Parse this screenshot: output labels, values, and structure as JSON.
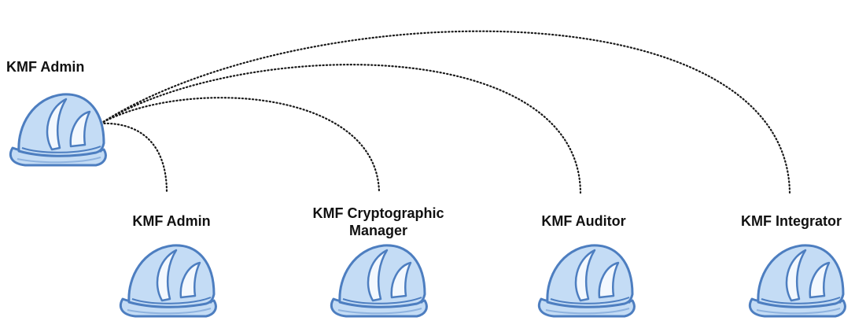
{
  "root": {
    "label": "KMF Admin",
    "icon": "hard-hat-icon"
  },
  "children": [
    {
      "label": "KMF Admin",
      "icon": "hard-hat-icon"
    },
    {
      "label_line1": "KMF Cryptographic",
      "label_line2": "Manager",
      "icon": "hard-hat-icon"
    },
    {
      "label": "KMF Auditor",
      "icon": "hard-hat-icon"
    },
    {
      "label": "KMF Integrator",
      "icon": "hard-hat-icon"
    }
  ],
  "colors": {
    "helmet_fill": "#c4dcf5",
    "helmet_stroke": "#4d7ec0",
    "helmet_highlight": "#f3f8fe",
    "helmet_brim_shadow": "#8fb3df",
    "connector": "#1a1a1a",
    "label": "#111111"
  }
}
